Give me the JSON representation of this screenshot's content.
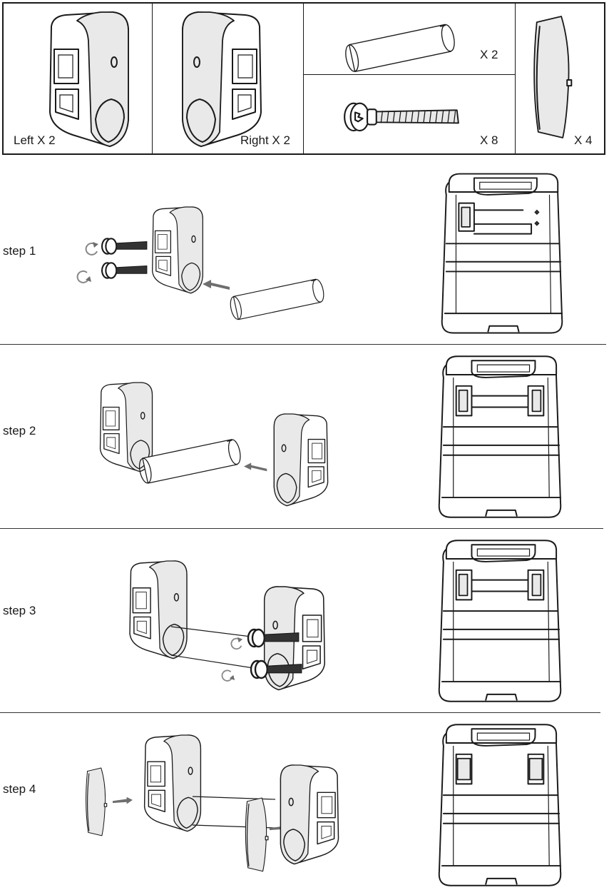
{
  "parts": {
    "left_bracket": "Left X 2",
    "right_bracket": "Right X 2",
    "tube_qty": "X 2",
    "screw_qty": "X 8",
    "cover_qty": "X 4"
  },
  "steps": [
    {
      "label": "step 1"
    },
    {
      "label": "step 2"
    },
    {
      "label": "step 3"
    },
    {
      "label": "step 4"
    }
  ],
  "icons": {
    "rotate_ccw": "rotate-ccw-icon",
    "rotate_cw": "rotate-cw-icon",
    "arrow": "insert-arrow-icon"
  }
}
